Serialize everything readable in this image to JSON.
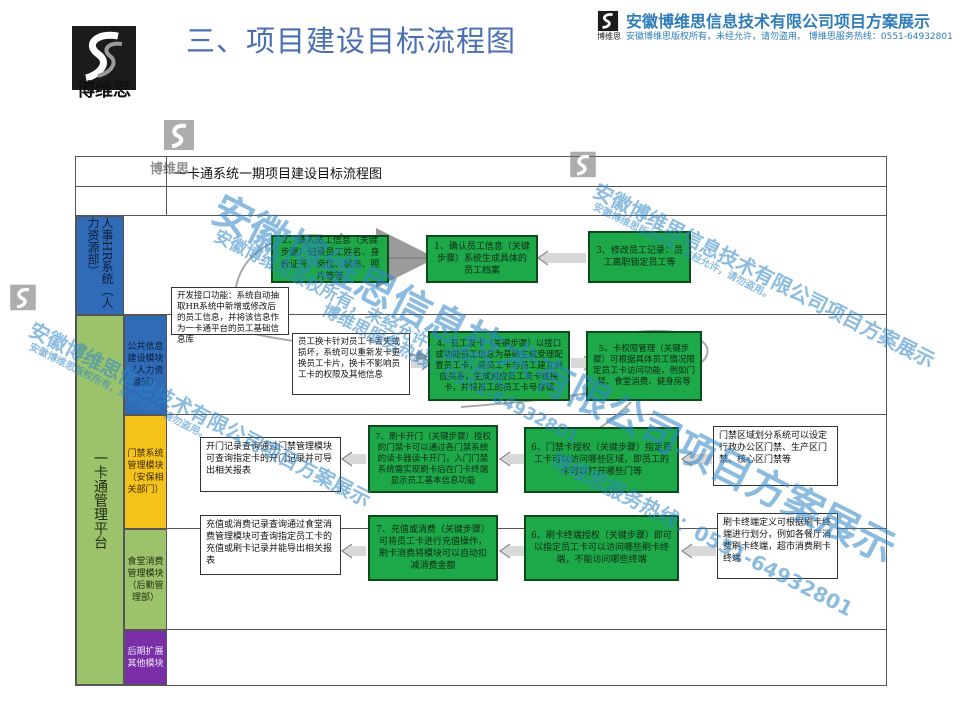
{
  "header": {
    "logo_text": "博维思",
    "slide_title": "三、项目建设目标流程图",
    "brand_mini_text": "博维思",
    "brand_title": "安徽博维思信息技术有限公司项目方案展示",
    "brand_sub": "安徽博维思版权所有，未经允许，请勿盗用。  博维思服务热线：0551-64932801"
  },
  "diagram": {
    "title": "一卡通系统一期项目建设目标流程图",
    "lanes": {
      "hr": "人事HR系统（人力资源部）",
      "platform": "一卡通管理平台",
      "public_info": "公共信息建设模块（人力资源部）",
      "door": "门禁系统管理模块（安保相关部门）",
      "canteen": "食堂消费管理模块（后勤管理部）",
      "later": "后期扩展其他模块"
    },
    "boxes": {
      "hr_1": "2、录入员工信息（关键步骤）记录员工姓名、身份证号、岗位、状态、照片等等",
      "hr_2": "1、确认员工信息（关键步骤）系统生成具体的员工档案",
      "hr_3": "3、修改员工记录：员工离职锁定员工等",
      "interface": "开发接口功能：系统自动抽取HR系统中新增或修改后的员工信息，并将该信息作为一卡通平台的员工基础信息库",
      "card_issue": "员工换卡针对员工卡丢失或损坏，系统可以重新发卡更换员工卡片，换卡不影响员工卡的权限及其他信息",
      "pub_4": "4、员工发卡（关键步骤）以接口或功能员工信息为基础生成受理配置员工卡，将员工卡与员工建立对应关系，生成对应员工发卡或换卡，并将员工的员工卡号存储",
      "pub_5": "5、卡权限管理（关键步骤）可根据具体员工情况限定员工卡访问功能，例如门禁、食堂消费、健身房等",
      "door_query": "开门记录查询通过门禁管理模块可查询指定卡的开门记录并可导出相关报表",
      "door_7": "7、刷卡开门（关键步骤）授权的门禁卡可以通过各门禁系统的读卡器读卡开门，入门门禁系统需实现刷卡后在门卡终端显示员工基本信息功能",
      "door_6": "6、门禁卡授权（关键步骤）指定员工卡可以访问哪些区域，即员工的卡可以打开哪些门等",
      "door_zone": "门禁区域划分系统可以设定行政办公区门禁、生产区门禁、核心区门禁等",
      "can_query": "充值或消费记录查询通过食堂消费管理模块可查询指定员工卡的充值或刷卡记录并能导出相关报表",
      "can_7": "7、充值或消费（关键步骤）可将员工卡进行充值操作，刷卡消费将模块可以自动扣减消费金额",
      "can_6": "6、刷卡终端授权（关键步骤）即可以指定员工卡可以访问哪些刷卡终端，不能访问哪些终端",
      "can_zone": "刷卡终端定义可根据刷卡终端进行划分，例如各餐厅消费刷卡终端，超市消费刷卡终端"
    }
  },
  "watermark": {
    "big": "安徽博维思信息技术有限公司项目方案展示",
    "sub": "安徽博维思版权所有，未经允许，请勿盗用。",
    "hotline": "博维思服务热线：0551-64932801",
    "logo_label": "博维思"
  },
  "colors": {
    "hr_lane": "#2f6bb6",
    "platform_lane": "#9cc36b",
    "public_lane": "#2f6bb6",
    "door_lane": "#f5c21b",
    "canteen_lane": "#9cc36b",
    "later_lane": "#7a2fa8",
    "green_box": "#1da84a",
    "watermark": "#2e86c8"
  }
}
